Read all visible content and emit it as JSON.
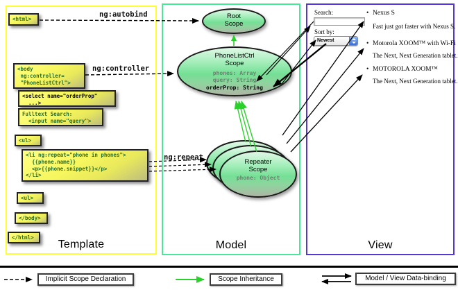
{
  "diagram": {
    "columns": {
      "template": "Template",
      "model": "Model",
      "view": "View"
    },
    "annotations": {
      "autobind": "ng:autobind",
      "controller": "ng:controller",
      "repeat": "ng:repeat"
    },
    "legend": {
      "implicit": "Implicit Scope Declaration",
      "inheritance": "Scope Inheritance",
      "binding": "Model / View Data-binding"
    }
  },
  "template_code": {
    "html_open": "<html>",
    "body_open": [
      "<body",
      " ng:controller=",
      " \"PhoneListCtrl\">"
    ],
    "select_tag": [
      "<select name=\"orderProp\"",
      "  ...>"
    ],
    "fulltext": [
      "Fulltext Search:",
      "  <input name=\"query\">"
    ],
    "ul_open": "<ul>",
    "li_repeat": [
      "<li ng:repeat=\"phone in phones\">",
      "  {{phone.name}}",
      "  <p>{{phone.snippet}}</p>",
      "</li>"
    ],
    "ul_close": "<ul>",
    "body_close": "</body>",
    "html_close": "</html>"
  },
  "scopes": {
    "root_line1": "Root",
    "root_line2": "Scope",
    "plc_line1": "PhoneListCtrl",
    "plc_line2": "Scope",
    "plc_props": [
      "phones: Array",
      "query: String"
    ],
    "plc_bold_prop": "orderProp: String",
    "rep_line1": "Repeater",
    "rep_line2": "Scope",
    "rep_prop": "phone: Object"
  },
  "view_mock": {
    "search_label": "Search:",
    "search_value": "",
    "sort_label": "Sort by:",
    "sort_value": "Newest",
    "bullet": "•",
    "items": [
      {
        "name": "Nexus S",
        "desc": "Fast just got faster with Nexus S."
      },
      {
        "name": "Motorola XOOM™ with Wi-Fi",
        "desc": "The Next, Next Generation tablet."
      },
      {
        "name": "MOTOROLA XOOM™",
        "desc": "The Next, Next Generation tablet."
      }
    ]
  },
  "colors": {
    "template_border": "#ffff33",
    "model_border": "#4ae79a",
    "view_border": "#5438cf",
    "inheritance_green": "#2bd12b",
    "scope_fill_top": "#e0f8e6",
    "scope_fill_mid": "#74e095",
    "codebox_fill": "#f6f65e"
  }
}
